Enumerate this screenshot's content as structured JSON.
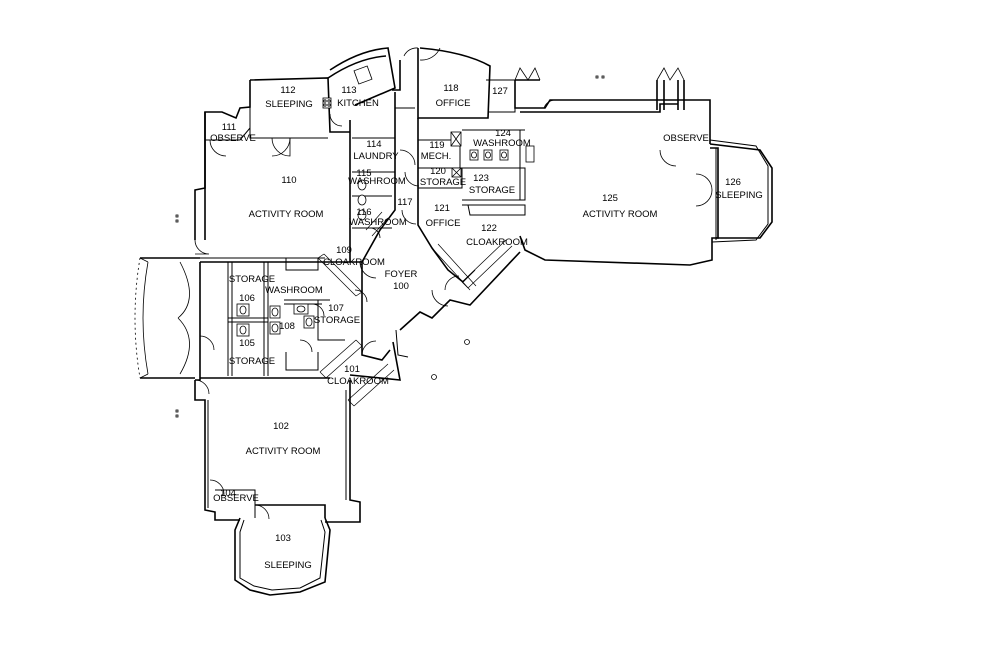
{
  "rooms": [
    {
      "id": "r100",
      "number": "100",
      "name": "FOYER"
    },
    {
      "id": "r101",
      "number": "101",
      "name": "CLOAKROOM"
    },
    {
      "id": "r102",
      "number": "102",
      "name": "ACTIVITY ROOM"
    },
    {
      "id": "r103",
      "number": "103",
      "name": "SLEEPING"
    },
    {
      "id": "r104",
      "number": "104",
      "name": "OBSERVE"
    },
    {
      "id": "r105",
      "number": "105",
      "name": "STORAGE"
    },
    {
      "id": "r106",
      "number": "106",
      "name": "STORAGE"
    },
    {
      "id": "r107",
      "number": "107",
      "name": "STORAGE"
    },
    {
      "id": "r108",
      "number": "108",
      "name": "WASHROOM"
    },
    {
      "id": "r109",
      "number": "109",
      "name": "CLOAKROOM"
    },
    {
      "id": "r110",
      "number": "110",
      "name": "ACTIVITY ROOM"
    },
    {
      "id": "r111",
      "number": "111",
      "name": "OBSERVE"
    },
    {
      "id": "r112",
      "number": "112",
      "name": "SLEEPING"
    },
    {
      "id": "r113",
      "number": "113",
      "name": "KITCHEN"
    },
    {
      "id": "r114",
      "number": "114",
      "name": "LAUNDRY"
    },
    {
      "id": "r115",
      "number": "115",
      "name": "WASHROOM"
    },
    {
      "id": "r116",
      "number": "116",
      "name": "WASHROOM"
    },
    {
      "id": "r117",
      "number": "117",
      "name": ""
    },
    {
      "id": "r118",
      "number": "118",
      "name": "OFFICE"
    },
    {
      "id": "r119",
      "number": "119",
      "name": "MECH."
    },
    {
      "id": "r120",
      "number": "120",
      "name": "STORAGE"
    },
    {
      "id": "r121",
      "number": "121",
      "name": "OFFICE"
    },
    {
      "id": "r122",
      "number": "122",
      "name": "CLOAKROOM"
    },
    {
      "id": "r123",
      "number": "123",
      "name": "STORAGE"
    },
    {
      "id": "r124",
      "number": "124",
      "name": "WASHROOM"
    },
    {
      "id": "r125",
      "number": "125",
      "name": "ACTIVITY ROOM"
    },
    {
      "id": "r126",
      "number": "126",
      "name": "SLEEPING"
    },
    {
      "id": "r127",
      "number": "127",
      "name": ""
    },
    {
      "id": "rObs",
      "number": "",
      "name": "OBSERVE"
    }
  ]
}
